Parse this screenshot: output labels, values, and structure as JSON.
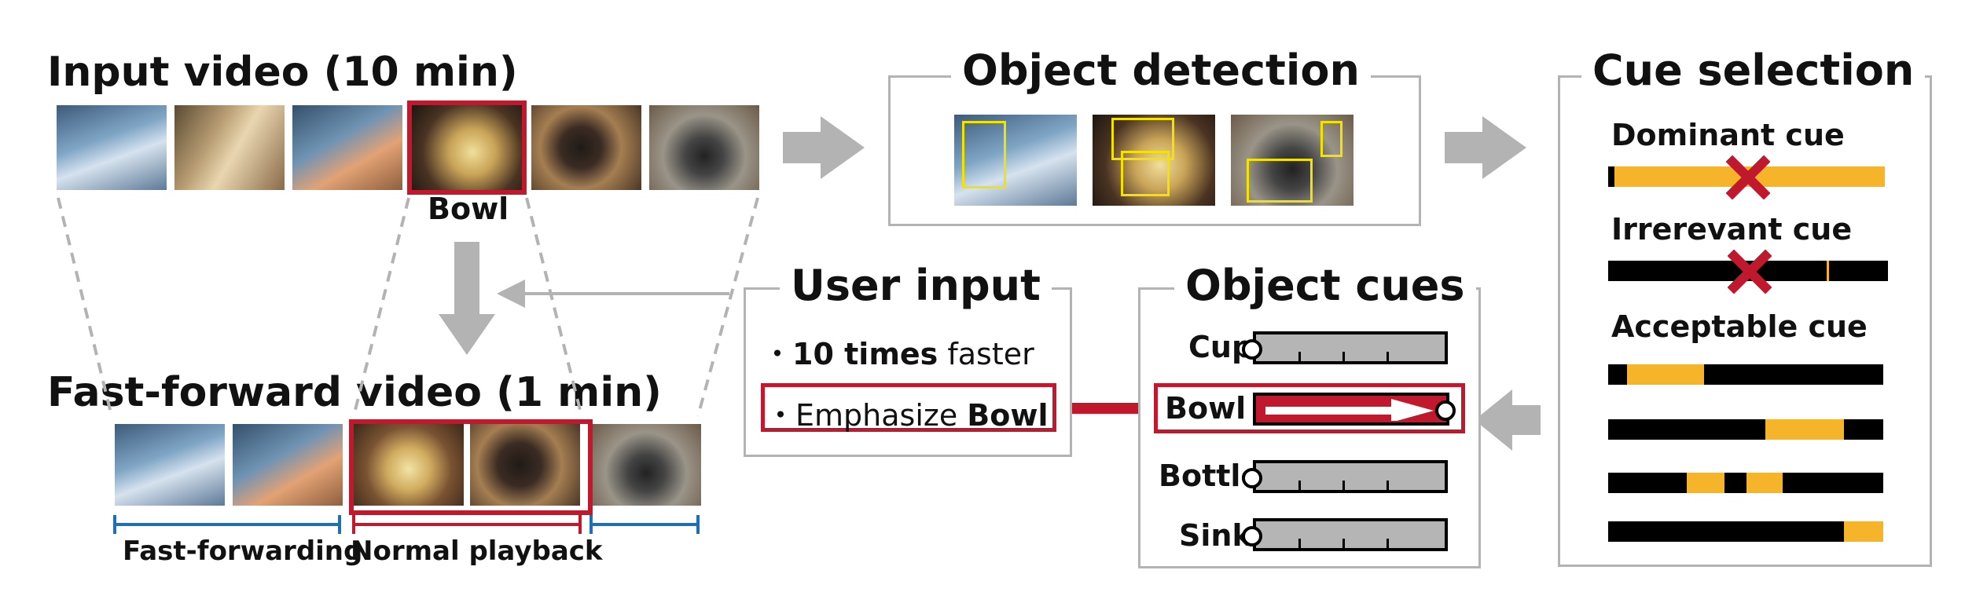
{
  "input_video": {
    "title": "Input video (10 min)",
    "highlight_label": "Bowl"
  },
  "fast_forward_video": {
    "title": "Fast-forward video (1 min)",
    "segments": [
      {
        "label": "Fast-forwarding",
        "color": "#1f6fb6"
      },
      {
        "label": "Normal playback",
        "color": "#c0182c"
      },
      {
        "label": "",
        "color": "#1f6fb6"
      }
    ]
  },
  "object_detection": {
    "title": "Object detection"
  },
  "user_input": {
    "title": "User input",
    "line1_bold": "10 times",
    "line1_rest": " faster",
    "line2_prefix": "Emphasize ",
    "line2_bold": "Bowl",
    "bullet": "・"
  },
  "object_cues": {
    "title": "Object cues",
    "rows": [
      {
        "label": "Cup",
        "highlighted": false
      },
      {
        "label": "Bowl",
        "highlighted": true
      },
      {
        "label": "Bottle",
        "highlighted": false
      },
      {
        "label": "Sink",
        "highlighted": false
      }
    ]
  },
  "cue_selection": {
    "title": "Cue selection",
    "dominant_label": "Dominant cue",
    "irrelevant_label": "Irrerevant cue",
    "acceptable_label": "Acceptable cue"
  },
  "colors": {
    "accent_red": "#c0182c",
    "blue": "#1f6fb6",
    "cue_yellow": "#f6b42a",
    "arrow_gray": "#b3b3b3",
    "detection_box": "#f4e200"
  }
}
